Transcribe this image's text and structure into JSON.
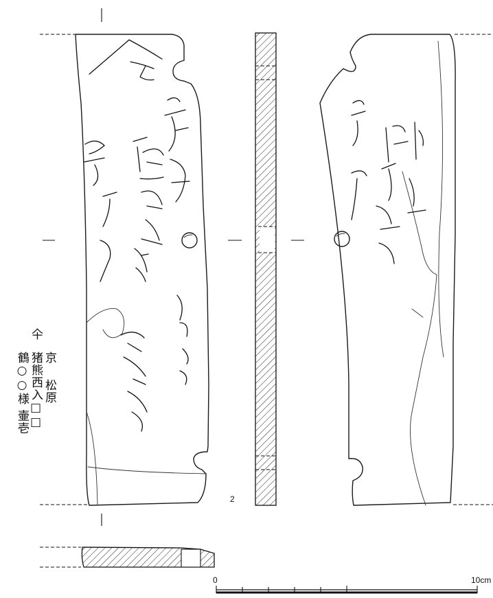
{
  "figure": {
    "number": "2",
    "transcription_columns": [
      "仐",
      "京",
      "猪熊西入□□",
      "松原",
      "鶴○○様 壷壱"
    ],
    "scale": {
      "start_label": "0",
      "end_label": "10cm"
    }
  }
}
